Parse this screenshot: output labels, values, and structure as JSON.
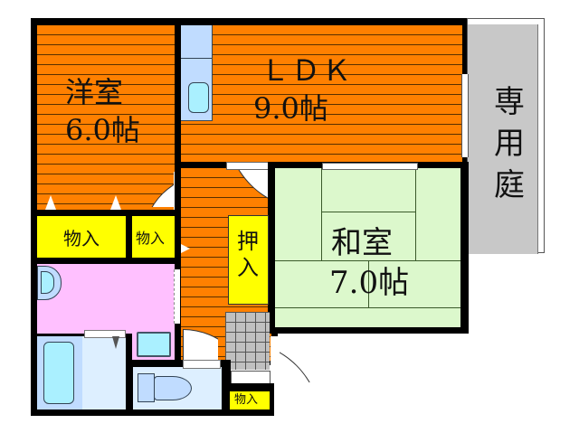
{
  "floorplan": {
    "rooms": {
      "western_room": {
        "name": "洋室",
        "size": "6.0帖"
      },
      "ldk": {
        "name": "ＬＤＫ",
        "size": "9.0帖"
      },
      "japanese_room": {
        "name": "和室",
        "size": "7.0帖"
      },
      "private_garden": {
        "line1": "専",
        "line2": "用",
        "line3": "庭"
      },
      "storage_1": {
        "name": "物入"
      },
      "storage_2": {
        "name": "物入"
      },
      "storage_3": {
        "name": "物入"
      },
      "closet": {
        "line1": "押",
        "line2": "入"
      }
    },
    "colors": {
      "wood_floor": "#ff8000",
      "storage": "#ffff00",
      "washroom": "#ffc0ff",
      "bath": "#ddefff",
      "tatami": "#dcf8cc",
      "garden": "#c8c8c8",
      "wall": "#000000"
    }
  }
}
